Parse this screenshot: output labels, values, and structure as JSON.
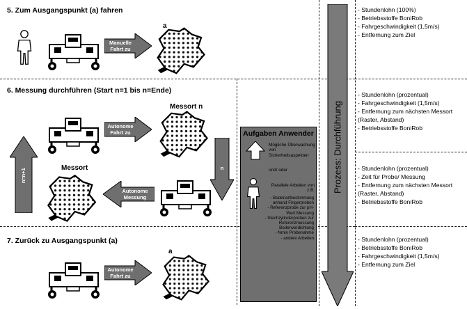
{
  "steps": [
    {
      "title": "5. Zum Ausgangspunkt (a) fahren",
      "arrow_label": "Manuelle Fahrt zu",
      "marker": "a"
    },
    {
      "title": "6. Messung durchführen (Start n=1 bis n=Ende)",
      "arrow_label": "Autonome Fahrt zu",
      "messort_n": "Messort n",
      "messort": "Messort",
      "arrow_label_2": "Autonome Messung",
      "down_label": "n",
      "loop_label": "n=n+1"
    },
    {
      "title": "7. Zurück zu Ausgangspunkt (a)",
      "arrow_label": "Autonome Fahrt zu",
      "marker": "a"
    }
  ],
  "tasks": {
    "title": "Aufgaben Anwender",
    "safety": "Mögliche Überwachung von Sicherheitsaspekten",
    "and_or": "und/ oder",
    "parallel_intro": "Parallele Arbeiten von z.B.",
    "items": [
      "Bodenartbestimmung anhand Fingerproben",
      "Referenzprobe zur pH-Wert Messung",
      "Stechzylinderproben zur Referenzmessung Bodenverdichtung",
      "Nmin Probenahme",
      "andere Arbeiten"
    ]
  },
  "process_label": "Prozess: Durchführung",
  "cost_lists": [
    [
      "Stundenlohn (100%)",
      "Betriebsstoffe BoniRob",
      "Fahrgeschwindigkeit (1,5m/s)",
      "Entfernung zum Ziel"
    ],
    [
      "Stundenlohn (prozentual)",
      "Fahrgeschwindigkeit (1,5m/s)",
      "Entfernung zum nächsten Messort (Raster, Abstand)",
      "Betriebsstoffe BoniRob"
    ],
    [
      "Stundenlohn (prozentual)",
      "Zeit für Probe/ Messung",
      "Entfernung zum nächsten Messort (Raster, Abstand)",
      "Betriebsstoffe BoniRob"
    ],
    [
      "Stundenlohn (prozentual)",
      "Betriebsstoffe BoniRob",
      "Fahrgeschwindigkeit (1,5m/s)",
      "Entfernung zum Ziel"
    ]
  ],
  "colors": {
    "arrow": "#6f6f6f",
    "box": "#6f6f6f",
    "process_arrow": "#7a7a7a"
  }
}
